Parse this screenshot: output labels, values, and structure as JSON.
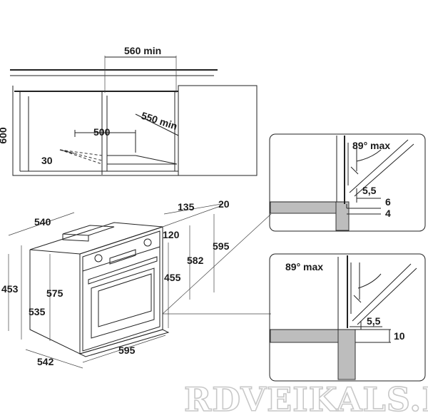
{
  "cabinet": {
    "width_label": "560 min",
    "depth_label": "550 min",
    "height_label": "600",
    "vent_label": "500",
    "angle_label": "30"
  },
  "oven": {
    "top_width_label": "540",
    "offset_135": "135",
    "offset_20": "20",
    "total_height": "595",
    "top_gap": "120",
    "body_582": "582",
    "body_455": "455",
    "side_453": "453",
    "side_575": "575",
    "side_535": "535",
    "bottom_depth": "542",
    "front_width": "595"
  },
  "detail_top": {
    "angle_label": "89° max",
    "gap_label": "5,5",
    "dim_6": "6",
    "dim_4": "4"
  },
  "detail_bottom": {
    "angle_label": "89° max",
    "gap_label": "5,5",
    "dim_10": "10"
  },
  "watermark": "RDVEIKALS.LV"
}
